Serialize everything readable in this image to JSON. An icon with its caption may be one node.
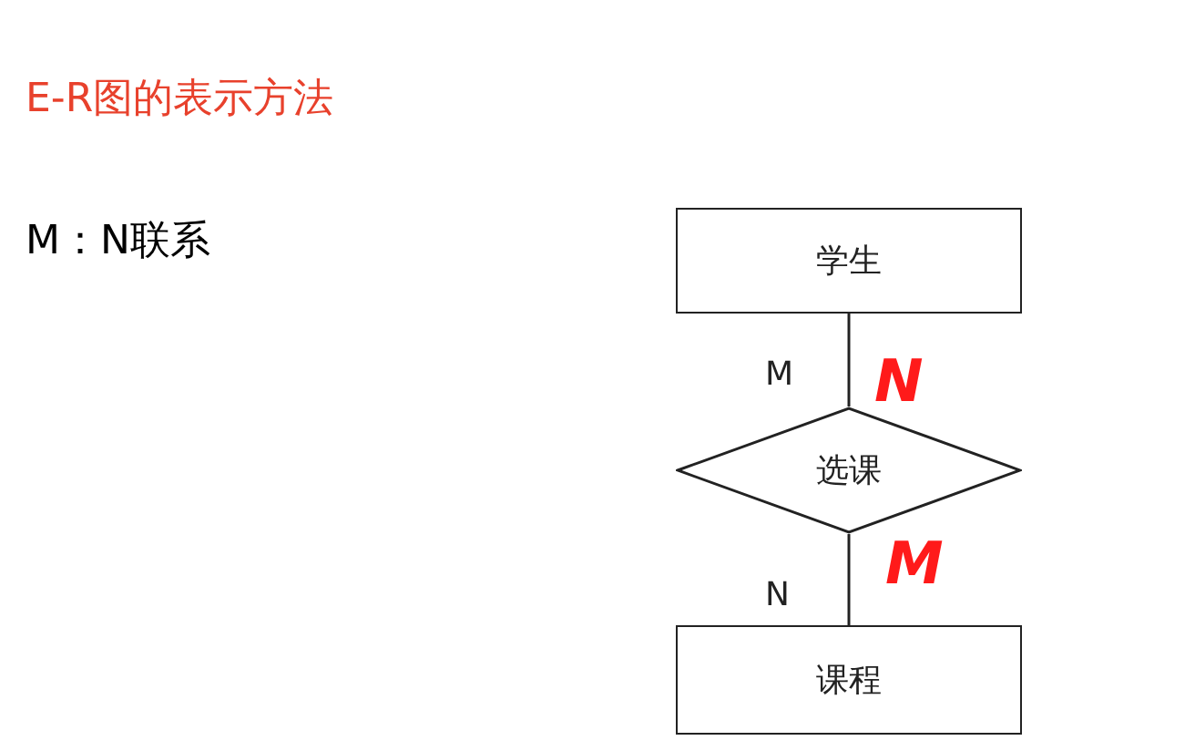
{
  "diagram": {
    "title": "E-R图的表示方法",
    "nodes": [
      {
        "text": [
          "学生"
        ]
      },
      {
        "text": [
          "选课"
        ]
      },
      {
        "text": [
          "课程"
        ]
      }
    ],
    "edges": [
      {
        "from": 0,
        "to": 1,
        "arrow": "none",
        "label": "M"
      },
      {
        "from": 1,
        "to": 2,
        "arrow": "none",
        "label": "N"
      }
    ],
    "labels": [
      "M：N联系",
      "N",
      "M"
    ]
  }
}
